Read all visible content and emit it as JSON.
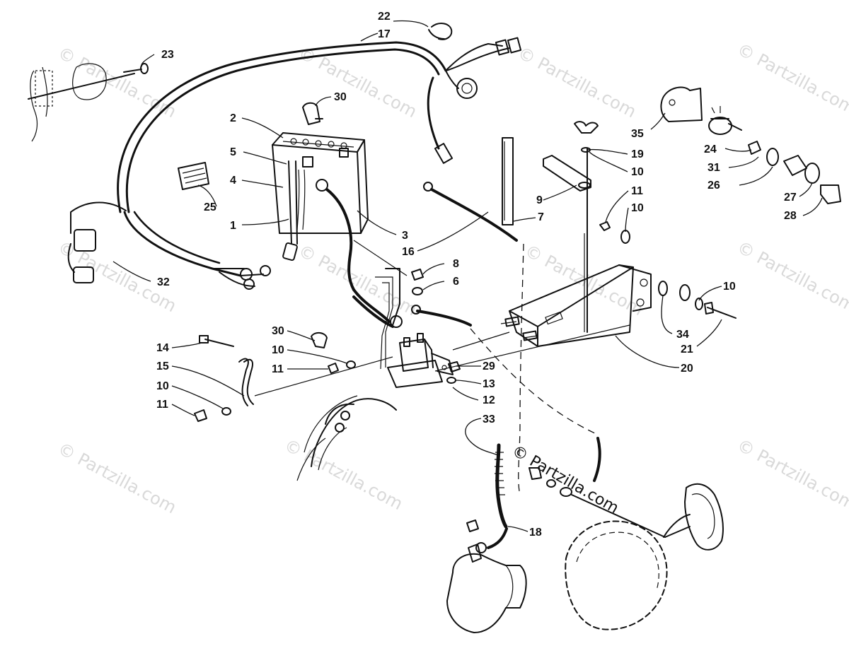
{
  "watermark": {
    "text": "© Partzilla.com",
    "main_text": "© Partzilla.com"
  },
  "callouts": [
    {
      "id": "1",
      "label": "1"
    },
    {
      "id": "2",
      "label": "2"
    },
    {
      "id": "3",
      "label": "3"
    },
    {
      "id": "4",
      "label": "4"
    },
    {
      "id": "5",
      "label": "5"
    },
    {
      "id": "6",
      "label": "6"
    },
    {
      "id": "7",
      "label": "7"
    },
    {
      "id": "8",
      "label": "8"
    },
    {
      "id": "9",
      "label": "9"
    },
    {
      "id": "10a",
      "label": "10"
    },
    {
      "id": "10b",
      "label": "10"
    },
    {
      "id": "10c",
      "label": "10"
    },
    {
      "id": "10d",
      "label": "10"
    },
    {
      "id": "10e",
      "label": "10"
    },
    {
      "id": "11a",
      "label": "11"
    },
    {
      "id": "11b",
      "label": "11"
    },
    {
      "id": "11c",
      "label": "11"
    },
    {
      "id": "12",
      "label": "12"
    },
    {
      "id": "13",
      "label": "13"
    },
    {
      "id": "14",
      "label": "14"
    },
    {
      "id": "15",
      "label": "15"
    },
    {
      "id": "16",
      "label": "16"
    },
    {
      "id": "17",
      "label": "17"
    },
    {
      "id": "18",
      "label": "18"
    },
    {
      "id": "19",
      "label": "19"
    },
    {
      "id": "20",
      "label": "20"
    },
    {
      "id": "21",
      "label": "21"
    },
    {
      "id": "22",
      "label": "22"
    },
    {
      "id": "23",
      "label": "23"
    },
    {
      "id": "24",
      "label": "24"
    },
    {
      "id": "25",
      "label": "25"
    },
    {
      "id": "26",
      "label": "26"
    },
    {
      "id": "27",
      "label": "27"
    },
    {
      "id": "28",
      "label": "28"
    },
    {
      "id": "29",
      "label": "29"
    },
    {
      "id": "30a",
      "label": "30"
    },
    {
      "id": "30b",
      "label": "30"
    },
    {
      "id": "31",
      "label": "31"
    },
    {
      "id": "32",
      "label": "32"
    },
    {
      "id": "33",
      "label": "33"
    },
    {
      "id": "34",
      "label": "34"
    },
    {
      "id": "35",
      "label": "35"
    }
  ]
}
